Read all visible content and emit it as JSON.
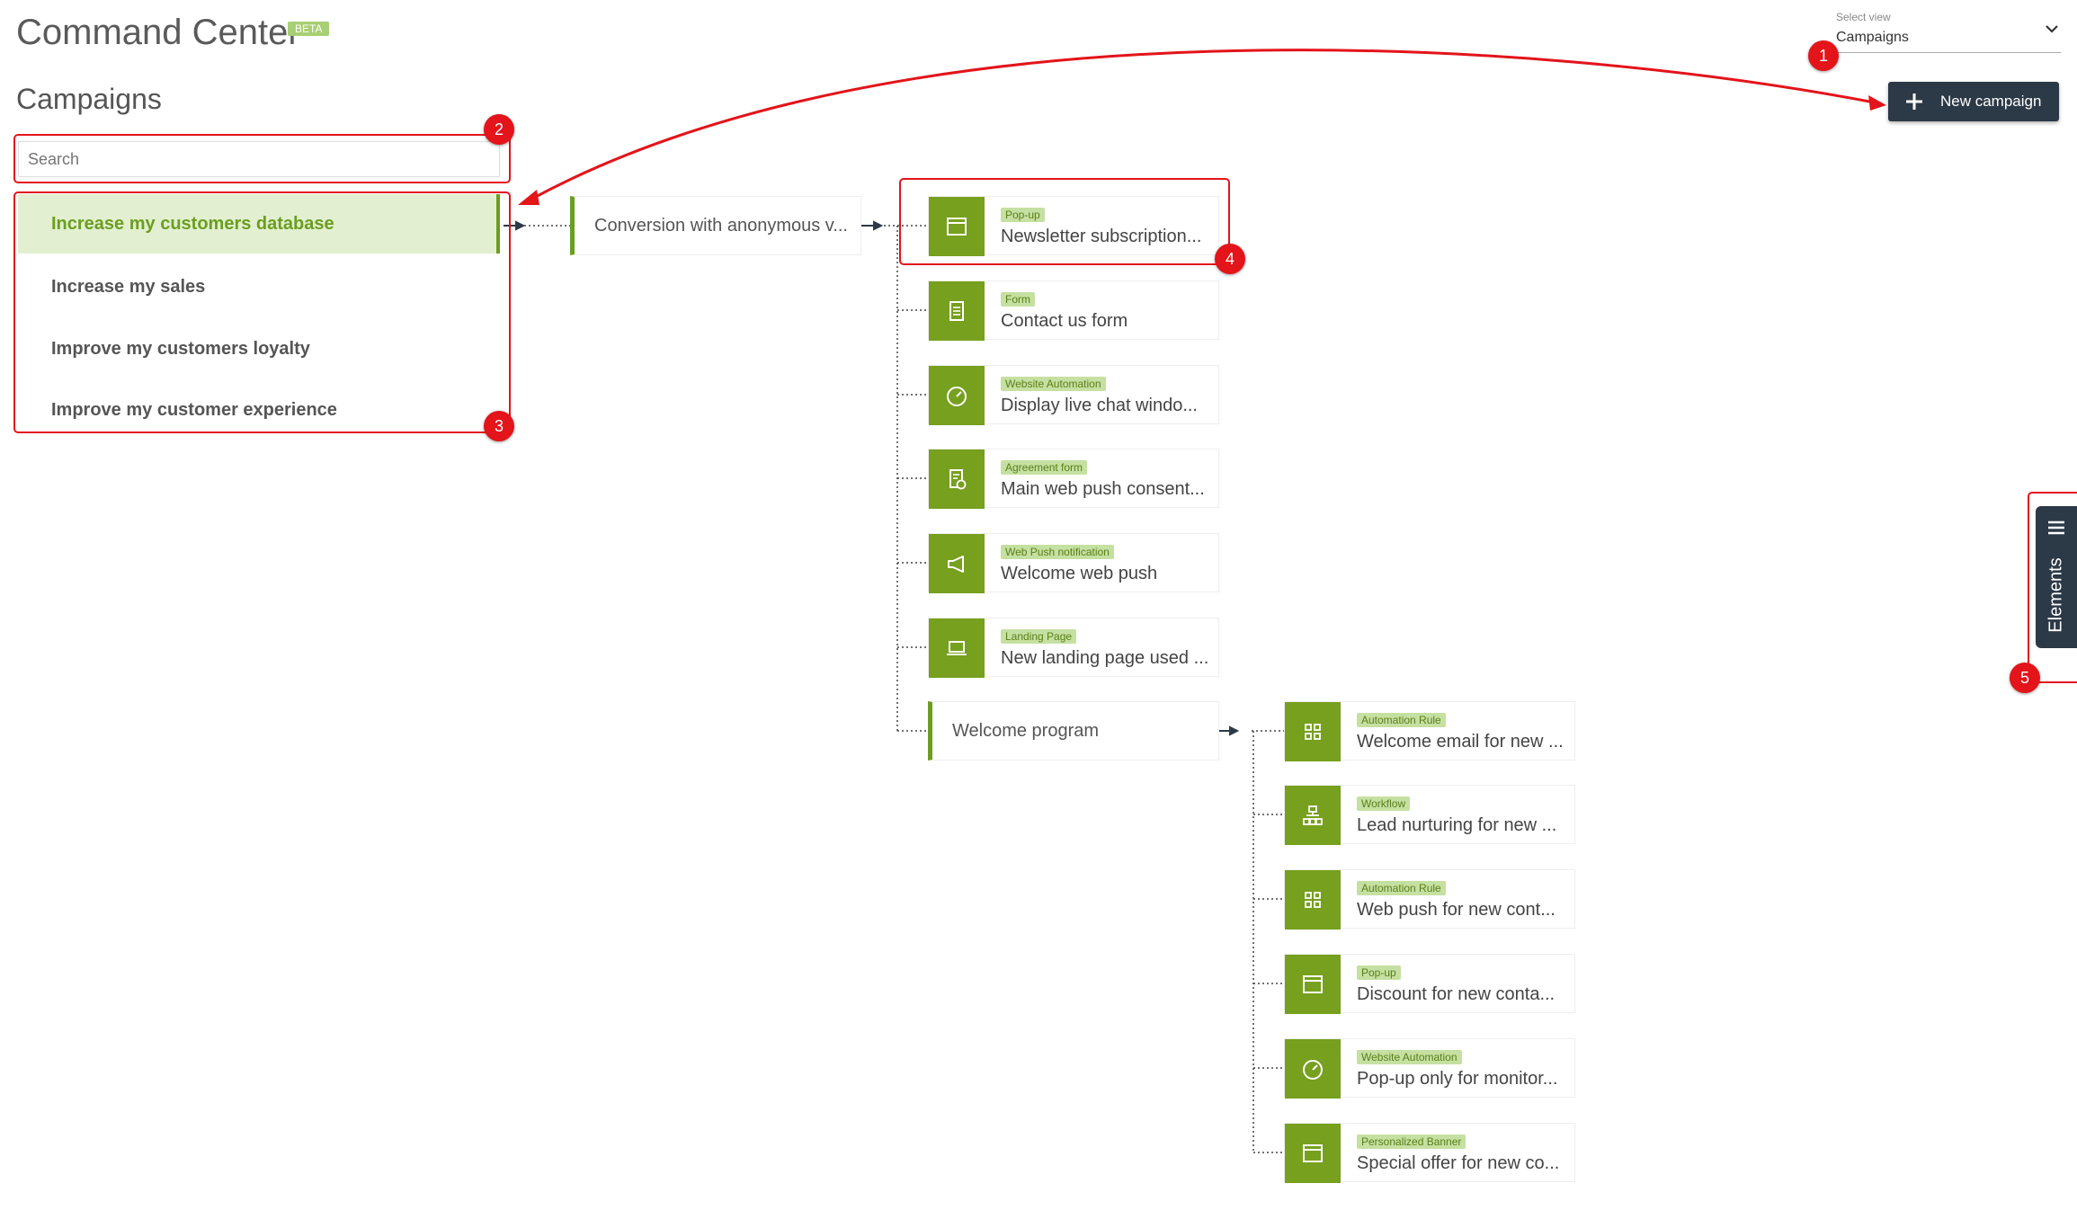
{
  "header": {
    "title": "Command Center",
    "beta": "BETA",
    "subtitle": "Campaigns"
  },
  "view_select": {
    "label": "Select view",
    "value": "Campaigns"
  },
  "toolbar": {
    "new_campaign": "New campaign"
  },
  "search": {
    "placeholder": "Search"
  },
  "goals": [
    {
      "label": "Increase my customers database",
      "active": true
    },
    {
      "label": "Increase my sales"
    },
    {
      "label": "Improve my customers loyalty"
    },
    {
      "label": "Improve my customer experience"
    }
  ],
  "campaign": {
    "label": "Conversion with anonymous v..."
  },
  "elements": [
    {
      "tag": "Pop-up",
      "title": "Newsletter subscription...",
      "icon": "popup-icon"
    },
    {
      "tag": "Form",
      "title": "Contact us form",
      "icon": "form-icon"
    },
    {
      "tag": "Website Automation",
      "title": "Display live chat windo...",
      "icon": "speedometer-icon"
    },
    {
      "tag": "Agreement form",
      "title": "Main web push consent...",
      "icon": "agreement-icon"
    },
    {
      "tag": "Web Push notification",
      "title": "Welcome web push",
      "icon": "megaphone-icon"
    },
    {
      "tag": "Landing Page",
      "title": "New landing page used ...",
      "icon": "laptop-icon"
    }
  ],
  "program": {
    "label": "Welcome program"
  },
  "program_elements": [
    {
      "tag": "Automation Rule",
      "title": "Welcome email for new ...",
      "icon": "grid-icon"
    },
    {
      "tag": "Workflow",
      "title": "Lead nurturing for new ...",
      "icon": "workflow-icon"
    },
    {
      "tag": "Automation Rule",
      "title": "Web push for new cont...",
      "icon": "grid-icon"
    },
    {
      "tag": "Pop-up",
      "title": "Discount for new conta...",
      "icon": "popup-icon"
    },
    {
      "tag": "Website Automation",
      "title": "Pop-up only for monitor...",
      "icon": "speedometer-icon"
    },
    {
      "tag": "Personalized Banner",
      "title": "Special offer for new co...",
      "icon": "popup-icon"
    }
  ],
  "drawer": {
    "label": "Elements"
  },
  "annotations": [
    "1",
    "2",
    "3",
    "4",
    "5"
  ],
  "colors": {
    "accent": "#6b9e1f",
    "icon_bg": "#76a01e",
    "dark": "#2c3947",
    "annotation": "#e3141a"
  }
}
